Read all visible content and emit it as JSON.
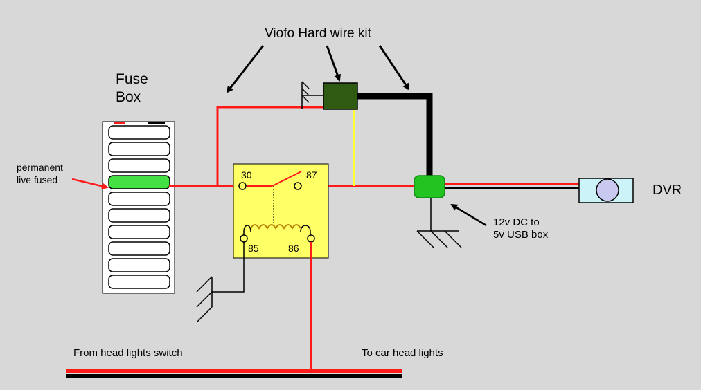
{
  "labels": {
    "kit_title": "Viofo Hard wire kit",
    "fuse_box_line1": "Fuse",
    "fuse_box_line2": "Box",
    "permanent_line1": "permanent",
    "permanent_line2": "live fused",
    "relay_pin_30": "30",
    "relay_pin_87": "87",
    "relay_pin_85": "85",
    "relay_pin_86": "86",
    "converter_line1": "12v DC to",
    "converter_line2": "5v USB box",
    "dvr": "DVR",
    "from_switch": "From head lights switch",
    "to_lights": "To car head lights"
  },
  "colors": {
    "background": "#d8d8d8",
    "wire_live": "#ff1a1a",
    "wire_black": "#000000",
    "wire_yellow": "#ffff33",
    "relay_body": "#ffff66",
    "fuse_active": "#44e044",
    "kit_module": "#2f5a12",
    "converter": "#22c422",
    "dvr_body": "#ccf4f8",
    "dvr_lens": "#c8c8f0",
    "coil": "#b8860b"
  }
}
